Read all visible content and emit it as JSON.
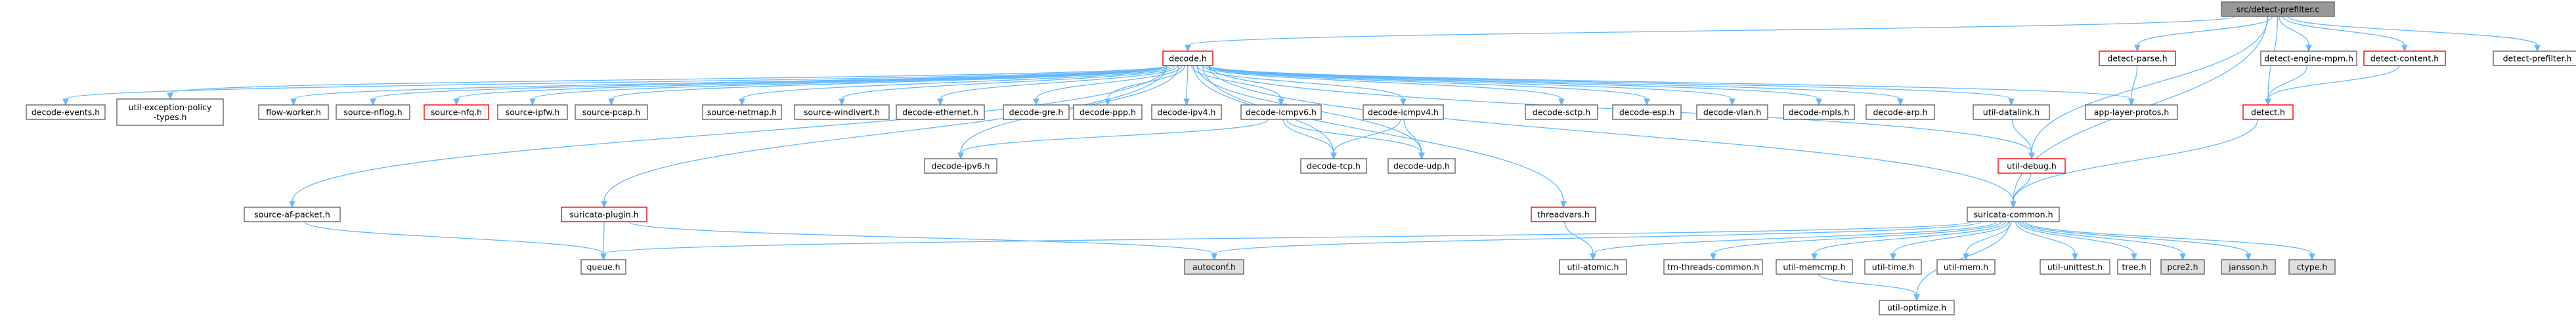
{
  "graph": {
    "colors": {
      "edge": "#63b8ff",
      "node_border": "#666666",
      "node_fill": "#ffffff",
      "root_fill": "#999999",
      "missing_fill": "#e0e0e0",
      "truncated_border": "#ff0000"
    },
    "nodes": [
      {
        "id": "root",
        "label": "src/detect-prefilter.c",
        "style": "root"
      },
      {
        "id": "decode_h",
        "label": "decode.h",
        "style": "truncated"
      },
      {
        "id": "detect_parse_h",
        "label": "detect-parse.h",
        "style": "truncated"
      },
      {
        "id": "detect_engine_mpm_h",
        "label": "detect-engine-mpm.h",
        "style": "normal"
      },
      {
        "id": "detect_content_h",
        "label": "detect-content.h",
        "style": "truncated"
      },
      {
        "id": "detect_prefilter_h",
        "label": "detect-prefilter.h",
        "style": "normal"
      },
      {
        "id": "decode_events_h",
        "label": "decode-events.h",
        "style": "normal"
      },
      {
        "id": "util_exception_policy_types_h",
        "label": "util-exception-policy\n-types.h",
        "style": "normal"
      },
      {
        "id": "flow_worker_h",
        "label": "flow-worker.h",
        "style": "normal"
      },
      {
        "id": "source_nflog_h",
        "label": "source-nflog.h",
        "style": "normal"
      },
      {
        "id": "source_nfq_h",
        "label": "source-nfq.h",
        "style": "truncated"
      },
      {
        "id": "source_ipfw_h",
        "label": "source-ipfw.h",
        "style": "normal"
      },
      {
        "id": "source_pcap_h",
        "label": "source-pcap.h",
        "style": "normal"
      },
      {
        "id": "source_netmap_h",
        "label": "source-netmap.h",
        "style": "normal"
      },
      {
        "id": "source_windivert_h",
        "label": "source-windivert.h",
        "style": "normal"
      },
      {
        "id": "decode_ethernet_h",
        "label": "decode-ethernet.h",
        "style": "normal"
      },
      {
        "id": "decode_gre_h",
        "label": "decode-gre.h",
        "style": "normal"
      },
      {
        "id": "decode_ppp_h",
        "label": "decode-ppp.h",
        "style": "normal"
      },
      {
        "id": "decode_ipv4_h",
        "label": "decode-ipv4.h",
        "style": "normal"
      },
      {
        "id": "decode_icmpv6_h",
        "label": "decode-icmpv6.h",
        "style": "normal"
      },
      {
        "id": "decode_icmpv4_h",
        "label": "decode-icmpv4.h",
        "style": "normal"
      },
      {
        "id": "decode_sctp_h",
        "label": "decode-sctp.h",
        "style": "normal"
      },
      {
        "id": "decode_esp_h",
        "label": "decode-esp.h",
        "style": "normal"
      },
      {
        "id": "decode_vlan_h",
        "label": "decode-vlan.h",
        "style": "normal"
      },
      {
        "id": "decode_mpls_h",
        "label": "decode-mpls.h",
        "style": "normal"
      },
      {
        "id": "decode_arp_h",
        "label": "decode-arp.h",
        "style": "normal"
      },
      {
        "id": "util_datalink_h",
        "label": "util-datalink.h",
        "style": "normal"
      },
      {
        "id": "app_layer_protos_h",
        "label": "app-layer-protos.h",
        "style": "normal"
      },
      {
        "id": "detect_h",
        "label": "detect.h",
        "style": "truncated"
      },
      {
        "id": "decode_ipv6_h",
        "label": "decode-ipv6.h",
        "style": "normal"
      },
      {
        "id": "decode_tcp_h",
        "label": "decode-tcp.h",
        "style": "normal"
      },
      {
        "id": "decode_udp_h",
        "label": "decode-udp.h",
        "style": "normal"
      },
      {
        "id": "util_debug_h",
        "label": "util-debug.h",
        "style": "truncated"
      },
      {
        "id": "source_af_packet_h",
        "label": "source-af-packet.h",
        "style": "normal"
      },
      {
        "id": "suricata_plugin_h",
        "label": "suricata-plugin.h",
        "style": "truncated"
      },
      {
        "id": "threadvars_h",
        "label": "threadvars.h",
        "style": "truncated"
      },
      {
        "id": "suricata_common_h",
        "label": "suricata-common.h",
        "style": "normal"
      },
      {
        "id": "queue_h",
        "label": "queue.h",
        "style": "normal"
      },
      {
        "id": "autoconf_h",
        "label": "autoconf.h",
        "style": "missing"
      },
      {
        "id": "util_atomic_h",
        "label": "util-atomic.h",
        "style": "normal"
      },
      {
        "id": "tm_threads_common_h",
        "label": "tm-threads-common.h",
        "style": "normal"
      },
      {
        "id": "util_memcmp_h",
        "label": "util-memcmp.h",
        "style": "normal"
      },
      {
        "id": "util_time_h",
        "label": "util-time.h",
        "style": "normal"
      },
      {
        "id": "util_mem_h",
        "label": "util-mem.h",
        "style": "normal"
      },
      {
        "id": "util_unittest_h",
        "label": "util-unittest.h",
        "style": "normal"
      },
      {
        "id": "tree_h",
        "label": "tree.h",
        "style": "normal"
      },
      {
        "id": "pcre2_h",
        "label": "pcre2.h",
        "style": "missing"
      },
      {
        "id": "jansson_h",
        "label": "jansson.h",
        "style": "missing"
      },
      {
        "id": "ctype_h",
        "label": "ctype.h",
        "style": "missing"
      },
      {
        "id": "util_optimize_h",
        "label": "util-optimize.h",
        "style": "normal"
      }
    ],
    "edges": [
      [
        "root",
        "decode_h"
      ],
      [
        "root",
        "detect_parse_h"
      ],
      [
        "root",
        "detect_engine_mpm_h"
      ],
      [
        "root",
        "detect_content_h"
      ],
      [
        "root",
        "detect_prefilter_h"
      ],
      [
        "root",
        "detect_h"
      ],
      [
        "root",
        "util_debug_h"
      ],
      [
        "root",
        "suricata_common_h"
      ],
      [
        "detect_parse_h",
        "app_layer_protos_h"
      ],
      [
        "detect_engine_mpm_h",
        "detect_h"
      ],
      [
        "detect_content_h",
        "detect_h"
      ],
      [
        "detect_h",
        "suricata_common_h"
      ],
      [
        "decode_h",
        "decode_events_h"
      ],
      [
        "decode_h",
        "util_exception_policy_types_h"
      ],
      [
        "decode_h",
        "flow_worker_h"
      ],
      [
        "decode_h",
        "source_nflog_h"
      ],
      [
        "decode_h",
        "source_nfq_h"
      ],
      [
        "decode_h",
        "source_ipfw_h"
      ],
      [
        "decode_h",
        "source_pcap_h"
      ],
      [
        "decode_h",
        "source_netmap_h"
      ],
      [
        "decode_h",
        "source_windivert_h"
      ],
      [
        "decode_h",
        "decode_ethernet_h"
      ],
      [
        "decode_h",
        "decode_gre_h"
      ],
      [
        "decode_h",
        "decode_ppp_h"
      ],
      [
        "decode_h",
        "decode_ipv4_h"
      ],
      [
        "decode_h",
        "decode_icmpv6_h"
      ],
      [
        "decode_h",
        "decode_icmpv4_h"
      ],
      [
        "decode_h",
        "decode_sctp_h"
      ],
      [
        "decode_h",
        "decode_esp_h"
      ],
      [
        "decode_h",
        "decode_vlan_h"
      ],
      [
        "decode_h",
        "decode_mpls_h"
      ],
      [
        "decode_h",
        "decode_arp_h"
      ],
      [
        "decode_h",
        "util_datalink_h"
      ],
      [
        "decode_h",
        "app_layer_protos_h"
      ],
      [
        "decode_h",
        "decode_ipv6_h"
      ],
      [
        "decode_h",
        "decode_tcp_h"
      ],
      [
        "decode_h",
        "decode_udp_h"
      ],
      [
        "decode_h",
        "source_af_packet_h"
      ],
      [
        "decode_h",
        "suricata_plugin_h"
      ],
      [
        "decode_h",
        "threadvars_h"
      ],
      [
        "decode_h",
        "util_debug_h"
      ],
      [
        "decode_h",
        "suricata_common_h"
      ],
      [
        "decode_icmpv6_h",
        "decode_ipv6_h"
      ],
      [
        "decode_icmpv6_h",
        "decode_tcp_h"
      ],
      [
        "decode_icmpv6_h",
        "decode_udp_h"
      ],
      [
        "decode_icmpv4_h",
        "decode_tcp_h"
      ],
      [
        "decode_icmpv4_h",
        "decode_udp_h"
      ],
      [
        "util_datalink_h",
        "util_debug_h"
      ],
      [
        "util_debug_h",
        "suricata_common_h"
      ],
      [
        "source_af_packet_h",
        "queue_h"
      ],
      [
        "suricata_plugin_h",
        "queue_h"
      ],
      [
        "suricata_plugin_h",
        "autoconf_h"
      ],
      [
        "threadvars_h",
        "util_atomic_h"
      ],
      [
        "suricata_common_h",
        "queue_h"
      ],
      [
        "suricata_common_h",
        "autoconf_h"
      ],
      [
        "suricata_common_h",
        "util_atomic_h"
      ],
      [
        "suricata_common_h",
        "tm_threads_common_h"
      ],
      [
        "suricata_common_h",
        "util_memcmp_h"
      ],
      [
        "suricata_common_h",
        "util_time_h"
      ],
      [
        "suricata_common_h",
        "util_mem_h"
      ],
      [
        "suricata_common_h",
        "util_unittest_h"
      ],
      [
        "suricata_common_h",
        "tree_h"
      ],
      [
        "suricata_common_h",
        "pcre2_h"
      ],
      [
        "suricata_common_h",
        "jansson_h"
      ],
      [
        "suricata_common_h",
        "ctype_h"
      ],
      [
        "suricata_common_h",
        "util_optimize_h"
      ],
      [
        "util_memcmp_h",
        "util_optimize_h"
      ]
    ]
  }
}
